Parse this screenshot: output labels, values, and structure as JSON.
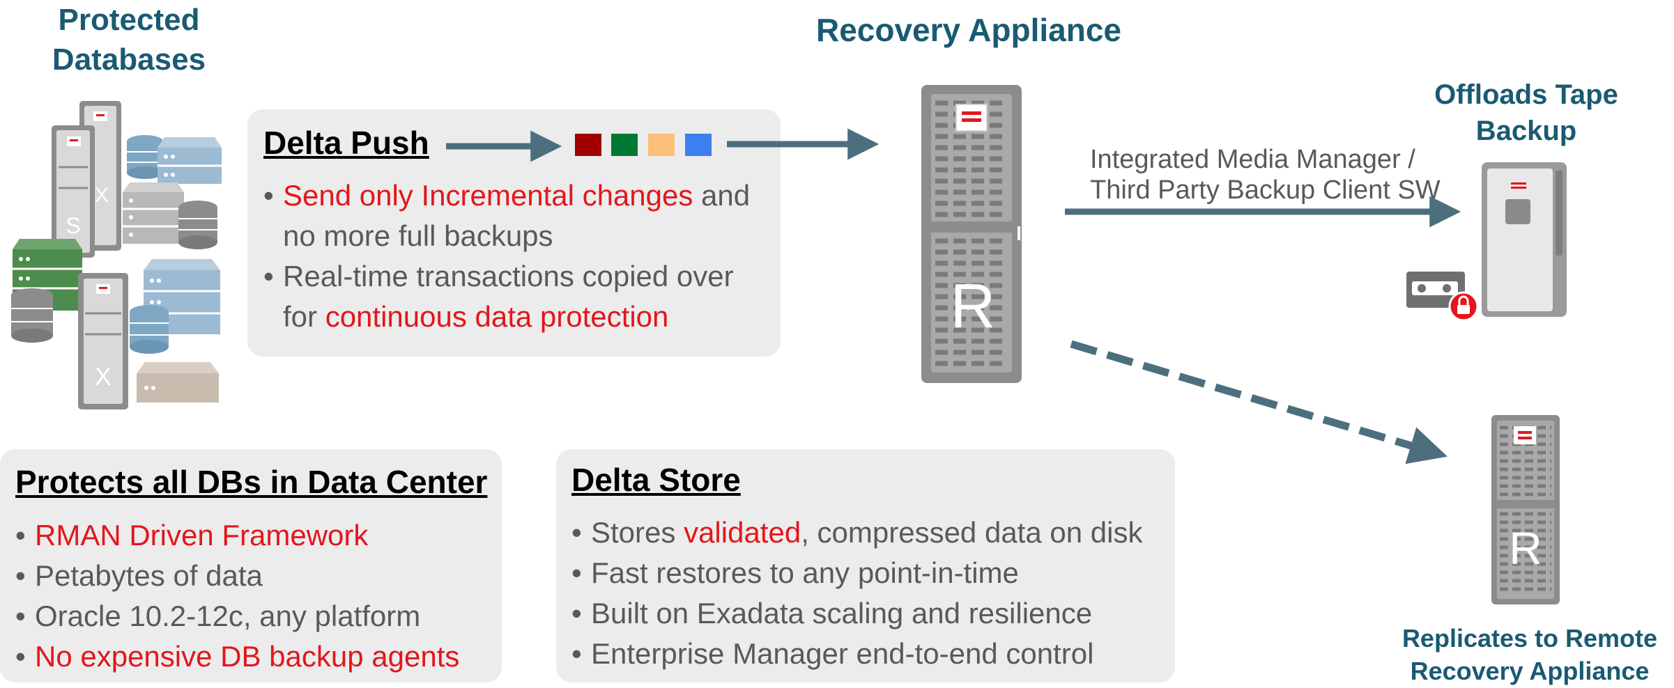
{
  "titles": {
    "protected_databases_line1": "Protected",
    "protected_databases_line2": "Databases",
    "recovery_appliance": "Recovery Appliance",
    "offloads_line1": "Offloads Tape",
    "offloads_line2": "Backup",
    "replicates_line1": "Replicates to Remote",
    "replicates_line2": "Recovery Appliance"
  },
  "delta_push": {
    "heading": "Delta Push",
    "bullets": [
      {
        "highlight": "Send only Incremental changes",
        "rest": " and"
      },
      {
        "text": "no more full backups"
      },
      {
        "text": "Real-time transactions copied over"
      },
      {
        "prefix": "for ",
        "highlight": "continuous data protection"
      }
    ],
    "change_blocks": [
      "#a10000",
      "#007a33",
      "#fbbf79",
      "#3d7ef0"
    ]
  },
  "media_manager": {
    "line1": "Integrated Media Manager /",
    "line2": "Third Party Backup Client SW"
  },
  "protects": {
    "heading": "Protects all DBs in Data Center",
    "bullets": [
      {
        "highlight": "RMAN Driven Framework"
      },
      {
        "text": "Petabytes of data"
      },
      {
        "text": "Oracle 10.2-12c, any platform"
      },
      {
        "highlight": "No expensive DB backup agents"
      }
    ]
  },
  "delta_store": {
    "heading": "Delta Store",
    "bullets": [
      {
        "prefix": "Stores ",
        "highlight": "validated",
        "rest": ", compressed data on disk"
      },
      {
        "text": "Fast restores to any point-in-time"
      },
      {
        "text": "Built on Exadata scaling and resilience"
      },
      {
        "text": "Enterprise Manager end-to-end control"
      }
    ]
  },
  "server_letters": {
    "s": "S",
    "x1": "X",
    "x2": "X",
    "r_main": "R",
    "r_remote": "R"
  },
  "colors": {
    "title": "#1a5a72",
    "highlight": "#e3161c",
    "arrow": "#4d6f7d",
    "box": "#ececec"
  }
}
